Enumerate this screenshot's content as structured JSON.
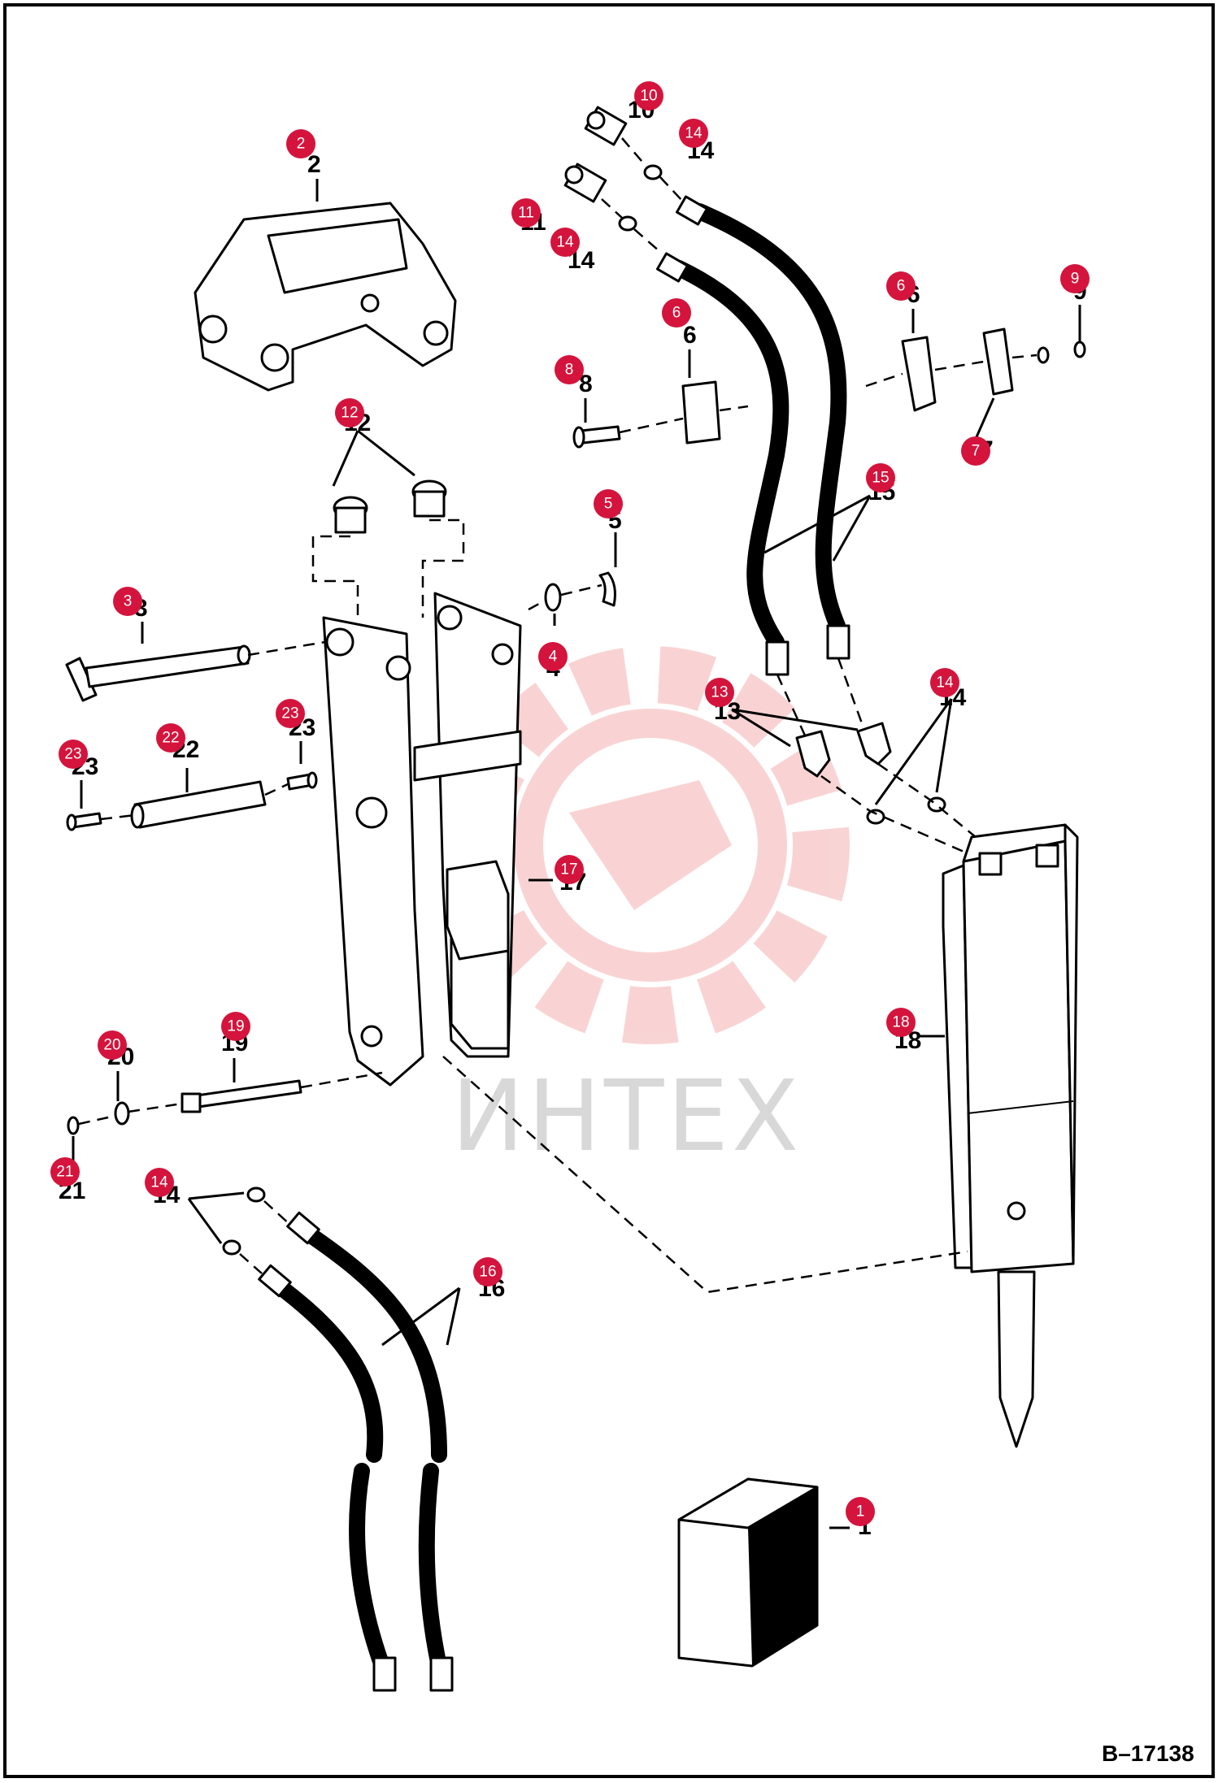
{
  "figure_id": "B–17138",
  "watermark": "ИНТЕХ",
  "colors": {
    "badge": "#d4143c",
    "watermark": "#f2a0a0",
    "watermark_text": "#d8d8d8",
    "line": "#000000"
  },
  "callouts": [
    {
      "badge": "1",
      "label": "1"
    },
    {
      "badge": "2",
      "label": "2"
    },
    {
      "badge": "3",
      "label": "3"
    },
    {
      "badge": "4",
      "label": "4"
    },
    {
      "badge": "5",
      "label": "5"
    },
    {
      "badge": "6",
      "label": "6"
    },
    {
      "badge": "6",
      "label": "6"
    },
    {
      "badge": "7",
      "label": "7"
    },
    {
      "badge": "8",
      "label": "8"
    },
    {
      "badge": "9",
      "label": "9"
    },
    {
      "badge": "10",
      "label": "10"
    },
    {
      "badge": "11",
      "label": "11"
    },
    {
      "badge": "12",
      "label": "12"
    },
    {
      "badge": "13",
      "label": "13"
    },
    {
      "badge": "14",
      "label": "14"
    },
    {
      "badge": "14",
      "label": "14"
    },
    {
      "badge": "14",
      "label": "14"
    },
    {
      "badge": "14",
      "label": "14"
    },
    {
      "badge": "15",
      "label": "15"
    },
    {
      "badge": "16",
      "label": "16"
    },
    {
      "badge": "17",
      "label": "17"
    },
    {
      "badge": "18",
      "label": "18"
    },
    {
      "badge": "19",
      "label": "19"
    },
    {
      "badge": "20",
      "label": "20"
    },
    {
      "badge": "21",
      "label": "21"
    },
    {
      "badge": "22",
      "label": "22"
    },
    {
      "badge": "23",
      "label": "23"
    },
    {
      "badge": "23",
      "label": "23"
    }
  ]
}
